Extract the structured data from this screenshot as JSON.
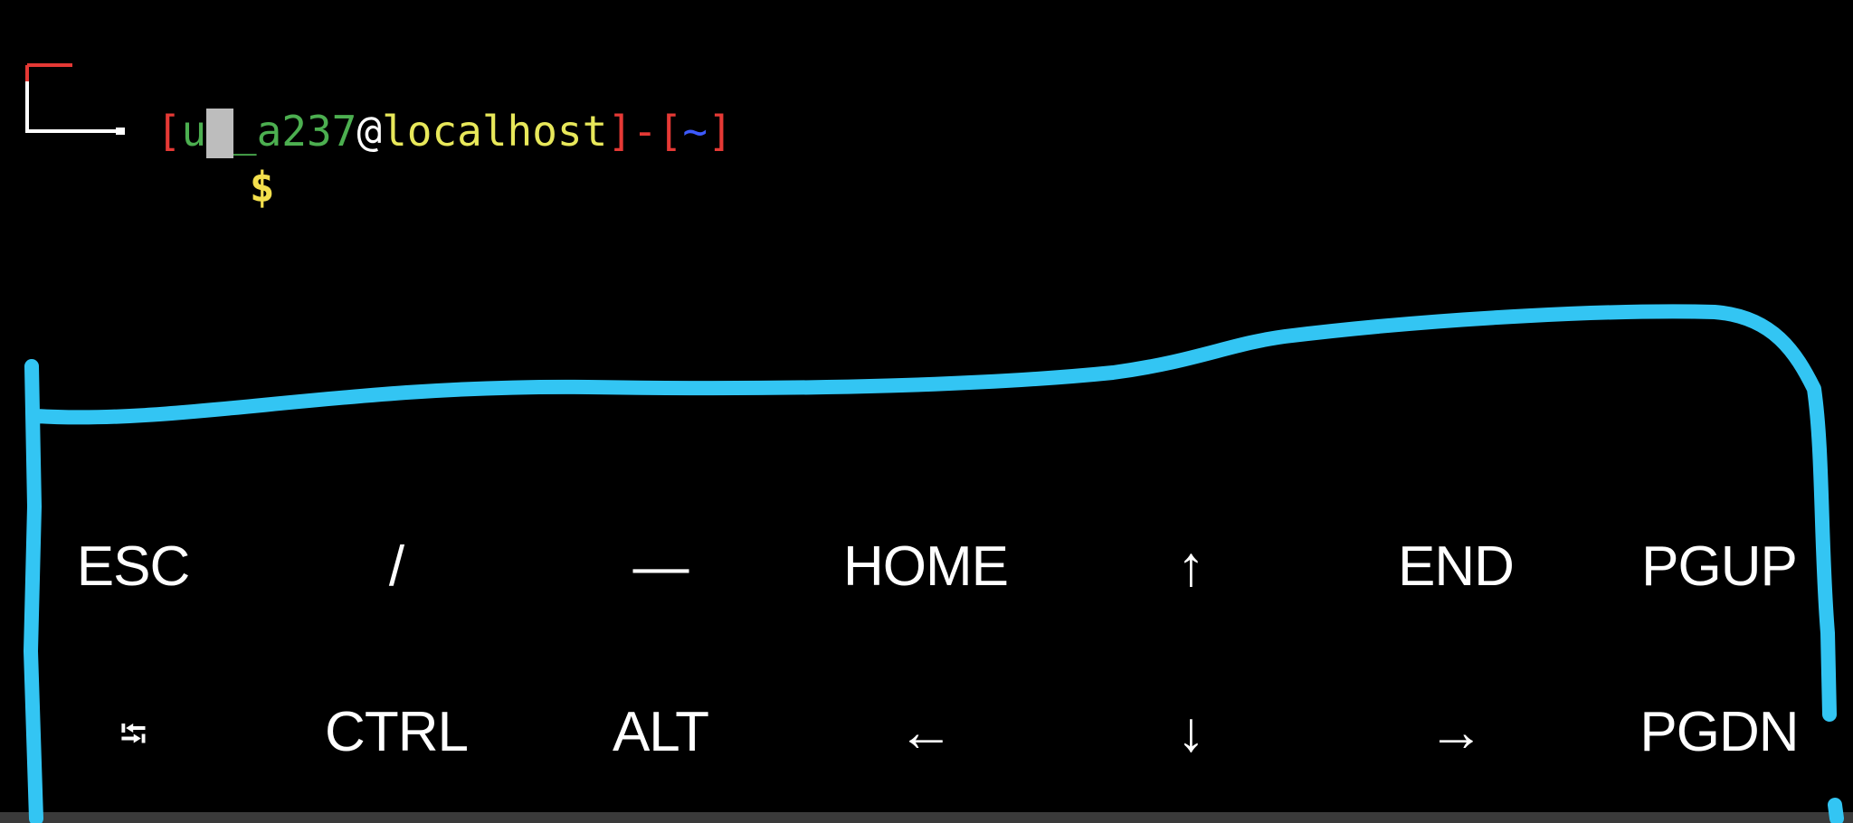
{
  "terminal": {
    "prompt": {
      "open_bracket": "[",
      "user": "u0_a237",
      "at": "@",
      "host": "localhost",
      "close_bracket": "]",
      "separator": "-",
      "dir_open": "[",
      "dir": "~",
      "dir_close": "]",
      "symbol": "$"
    },
    "colors": {
      "bracket": "#e53935",
      "user": "#4caf50",
      "at": "#ffffff",
      "host": "#e8e85a",
      "dir": "#3d5afe",
      "symbol": "#f4e04d",
      "cursor": "#bdbdbd"
    }
  },
  "extra_keys": {
    "row1": [
      "ESC",
      "/",
      "—",
      "HOME",
      "↑",
      "END",
      "PGUP"
    ],
    "row2": [
      "⭾",
      "CTRL",
      "ALT",
      "←",
      "↓",
      "→",
      "PGDN"
    ]
  },
  "annotation": {
    "color": "#33c5f3"
  }
}
